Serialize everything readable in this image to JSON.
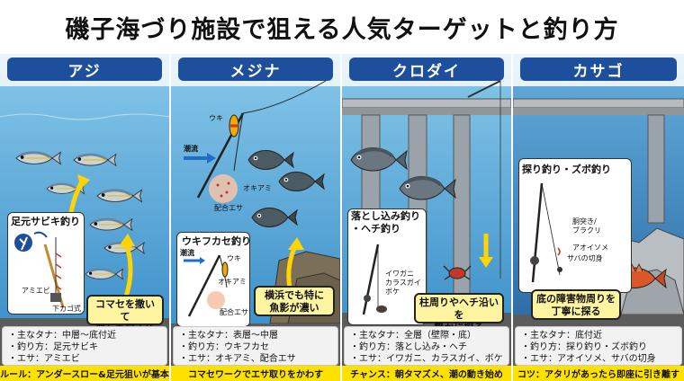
{
  "title": "磯子海づり施設で狙える人気ターゲットと釣り方",
  "panels": [
    {
      "name": "アジ",
      "method_title": "足元サビキ釣り",
      "labels": {
        "chum": "アミエビ",
        "sinker": "下カゴ式"
      },
      "callout": "コマセを撒いて\n群れを足止め",
      "info": [
        "・主なタナ：中層〜底付近",
        "・釣り方：足元サビキ",
        "・エサ：アミエビ"
      ],
      "footer": "ルール：アンダースロー&足元狙いが基本"
    },
    {
      "name": "メジナ",
      "labels": {
        "float": "ウキ",
        "current": "潮流",
        "krill": "オキアミ",
        "bait": "配合エサ",
        "float2": "ウキ",
        "current2": "潮流",
        "krill2": "オキアミ",
        "bait2": "配合エサ"
      },
      "method_title": "ウキフカセ釣り",
      "callout": "横浜でも特に\n魚影が濃い",
      "info": [
        "・主なタナ：表層〜中層",
        "・釣り方：ウキフカセ",
        "・エサ：オキアミ、配合エサ"
      ],
      "footer": "コマセワークでエサ取りをかわす"
    },
    {
      "name": "クロダイ",
      "method_title": "落とし込み釣り\n・ヘチ釣り",
      "labels": {
        "bait_vertical": "イワガニ\nカラスガイ\nボケ"
      },
      "callout": "柱周りやヘチ沿いを\n静かに探る",
      "info": [
        "・主なタナ：全層（壁際・底）",
        "・釣り方：落とし込み・ヘチ",
        "・エサ：イワガニ、カラスガイ、ボケ"
      ],
      "footer": "チャンス：朝タマズメ、潮の動き始め"
    },
    {
      "name": "カサゴ",
      "method_title": "探り釣り・ズボ釣り",
      "labels": {
        "rig": "胴突き/\nブラクリ",
        "bait1": "アオイソメ",
        "bait2": "サバの切身"
      },
      "callout": "底の障害物周りを\n丁寧に探る",
      "info": [
        "・主なタナ：底付近",
        "・釣り方：探り釣り・ズボ釣り",
        "・エサ：アオイソメ、サバの切身"
      ],
      "footer": "コツ：アタリがあったら即座に引き離す"
    }
  ],
  "colors": {
    "header": "#1e4f9c",
    "footer": "#ffe100",
    "callout": "#fff5a0",
    "arrow": "#ffd400"
  }
}
